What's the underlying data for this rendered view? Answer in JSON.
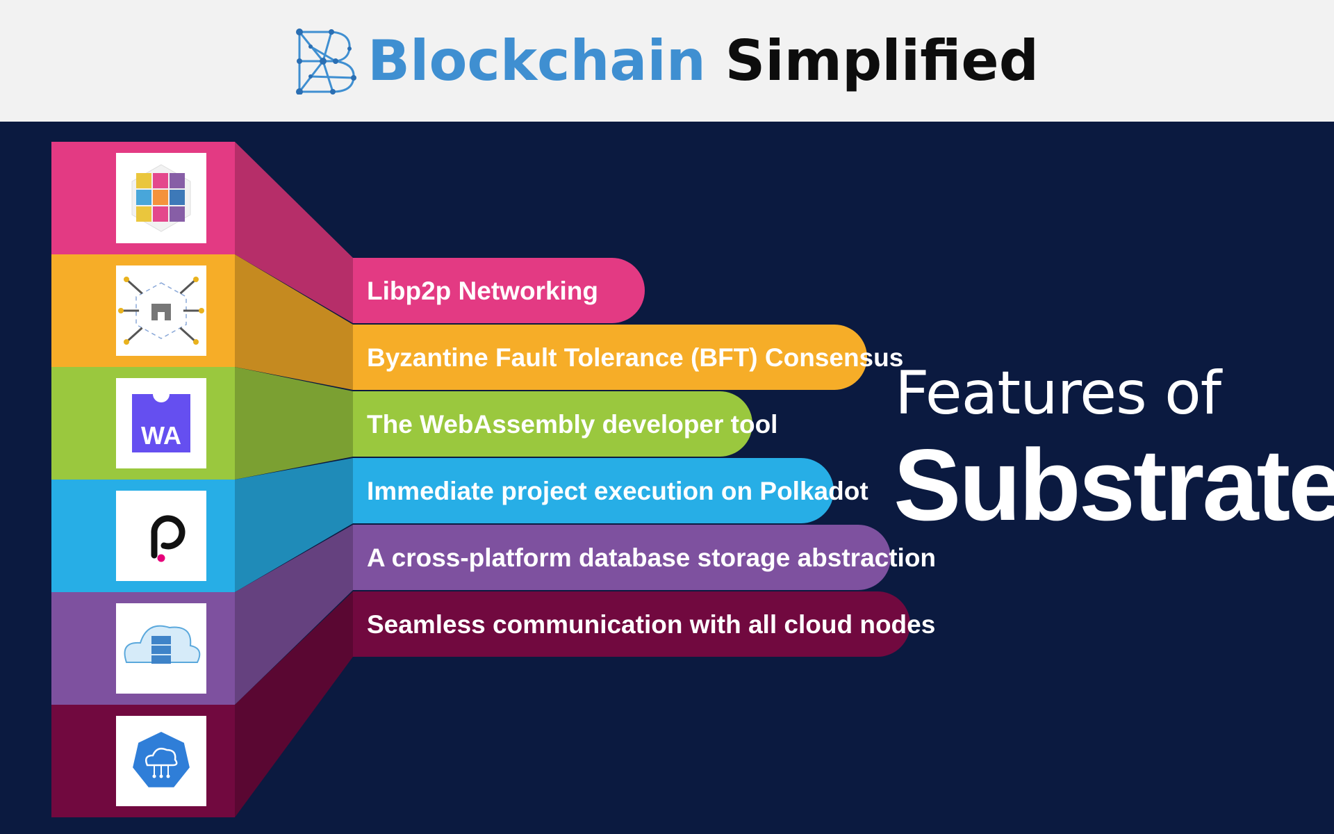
{
  "brand": {
    "word1": "Blockchain",
    "word2": "Simplified",
    "logo_icon": "network-letter-b-icon",
    "colors": {
      "word1": "#3f8fd1",
      "word2": "#0d0d0d"
    }
  },
  "heading": {
    "line1": "Features of",
    "line2": "Substrate"
  },
  "features": [
    {
      "label": "Libp2p Networking",
      "color": "#e33a83",
      "icon": "cube-blocks-icon"
    },
    {
      "label": "Byzantine Fault Tolerance (BFT) Consensus",
      "color": "#f6ad28",
      "icon": "castle-swords-icon"
    },
    {
      "label": "The WebAssembly developer tool",
      "color": "#9ac83e",
      "icon": "webassembly-icon"
    },
    {
      "label": "Immediate project execution on Polkadot",
      "color": "#27aee6",
      "icon": "polkadot-icon"
    },
    {
      "label": "A cross-platform database storage abstraction",
      "color": "#7e519f",
      "icon": "cloud-database-icon"
    },
    {
      "label": "Seamless communication with all cloud nodes",
      "color": "#71093f",
      "icon": "cloud-network-icon"
    }
  ],
  "wa_label": "WA"
}
